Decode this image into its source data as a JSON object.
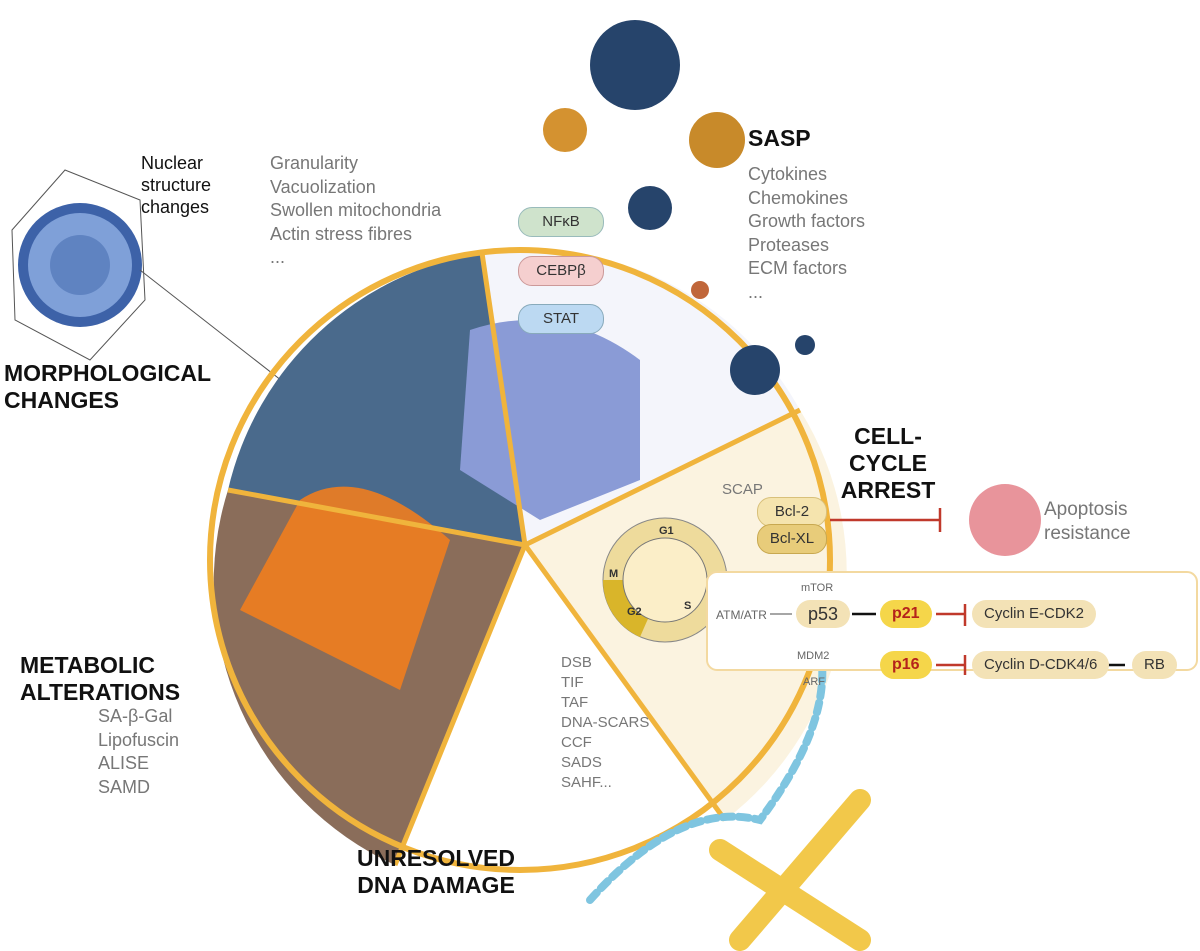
{
  "nuclear": "Nuclear structure changes",
  "morph": {
    "heading": "MORPHOLOGICAL CHANGES",
    "items": [
      "Granularity",
      "Vacuolization",
      "Swollen mitochondria",
      "Actin stress fibres",
      "..."
    ]
  },
  "sasp": {
    "heading": "SASP",
    "items": [
      "Cytokines",
      "Chemokines",
      "Growth factors",
      "Proteases",
      "ECM factors",
      "..."
    ]
  },
  "tf": [
    "NFκB",
    "CEBPβ",
    "STAT"
  ],
  "cca": {
    "heading": "CELL-CYCLE ARREST",
    "scap": "SCAP",
    "bcl2": "Bcl-2",
    "bclxl": "Bcl-XL",
    "apoptosis": "Apoptosis resistance",
    "phases": [
      "G1",
      "S",
      "G2",
      "M"
    ],
    "pathway": {
      "mtor": "mTOR",
      "atm": "ATM/ATR",
      "p53": "p53",
      "p21": "p21",
      "cyce": "Cyclin E-CDK2",
      "mdm2": "MDM2",
      "arf": "ARF",
      "p16": "p16",
      "cycd": "Cyclin D-CDK4/6",
      "rb": "RB"
    }
  },
  "metab": {
    "heading": "METABOLIC ALTERATIONS",
    "items": [
      "SA-β-Gal",
      "Lipofuscin",
      "ALISE",
      "SAMD"
    ]
  },
  "dna": {
    "heading": "UNRESOLVED DNA DAMAGE",
    "items": [
      "DSB",
      "TIF",
      "TAF",
      "DNA-SCARS",
      "CCF",
      "SADS",
      "SAHF..."
    ]
  },
  "colors": {
    "ring": "#f0b43c",
    "morph": "#4a6a8c",
    "sasp": "#8a9bd6",
    "metab": "#e8781e",
    "accent_red": "#c0392b"
  }
}
